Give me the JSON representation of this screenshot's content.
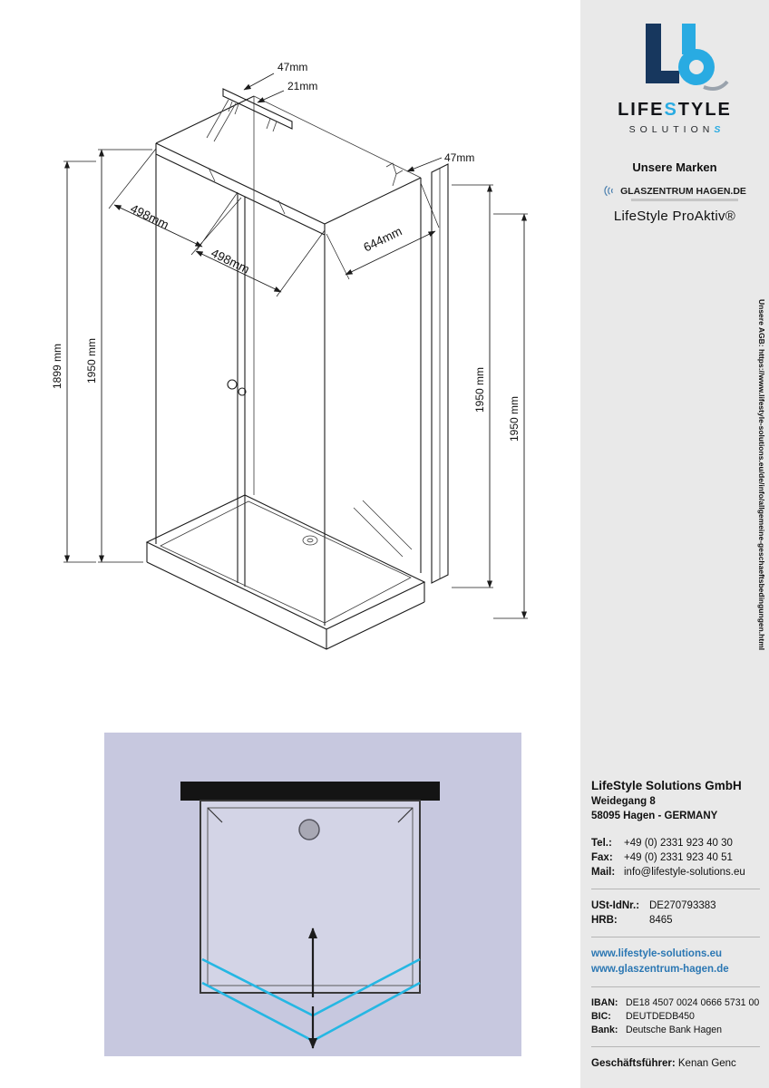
{
  "drawing": {
    "labels": {
      "top_47": "47mm",
      "top_21": "21mm",
      "right_47": "47mm",
      "width_a": "498mm",
      "width_b": "498mm",
      "depth": "644mm",
      "height_outer_left": "1899 mm",
      "height_left": "1950 mm",
      "height_right_inner": "1950 mm",
      "height_right_outer": "1950 mm"
    }
  },
  "sidebar": {
    "logo": {
      "word_pre": "LIFE",
      "word_accent": "S",
      "word_post": "TYLE",
      "sub_pre": "SOLUTION",
      "sub_accent": "S"
    },
    "marken_heading": "Unsere Marken",
    "brands": {
      "glaszentrum": "GLASZENTRUM HAGEN.DE",
      "proaktiv": "LifeStyle ProAktiv®"
    },
    "agb_vertical": "Unsere AGB: https://www.lifestyle-solutions.eu/de/info/allgemeine-geschaeftsbedingungen.html",
    "company": {
      "name": "LifeStyle Solutions GmbH",
      "street": "Weidegang 8",
      "city": "58095 Hagen - GERMANY"
    },
    "contact": {
      "tel_label": "Tel.:",
      "tel": "+49 (0) 2331 923 40 30",
      "fax_label": "Fax:",
      "fax": "+49 (0) 2331 923 40 51",
      "mail_label": "Mail:",
      "mail": "info@lifestyle-solutions.eu"
    },
    "registration": {
      "ustid_label": "USt-IdNr.:",
      "ustid": "DE270793383",
      "hrb_label": "HRB:",
      "hrb": "8465"
    },
    "websites": {
      "site1": "www.lifestyle-solutions.eu",
      "site2": "www.glaszentrum-hagen.de"
    },
    "bank": {
      "iban_label": "IBAN:",
      "iban": "DE18 4507 0024 0666 5731 00",
      "bic_label": "BIC:",
      "bic": "DEUTDEDB450",
      "bank_label": "Bank:",
      "bank": "Deutsche Bank Hagen"
    },
    "ceo_label": "Geschäftsführer:",
    "ceo_name": "Kenan Genc"
  },
  "colors": {
    "accent_cyan": "#29abe2",
    "navy": "#17375e",
    "link_blue": "#2b77b3",
    "sidebar_bg": "#e9e9e9",
    "topview_bg": "#c7c8df"
  }
}
